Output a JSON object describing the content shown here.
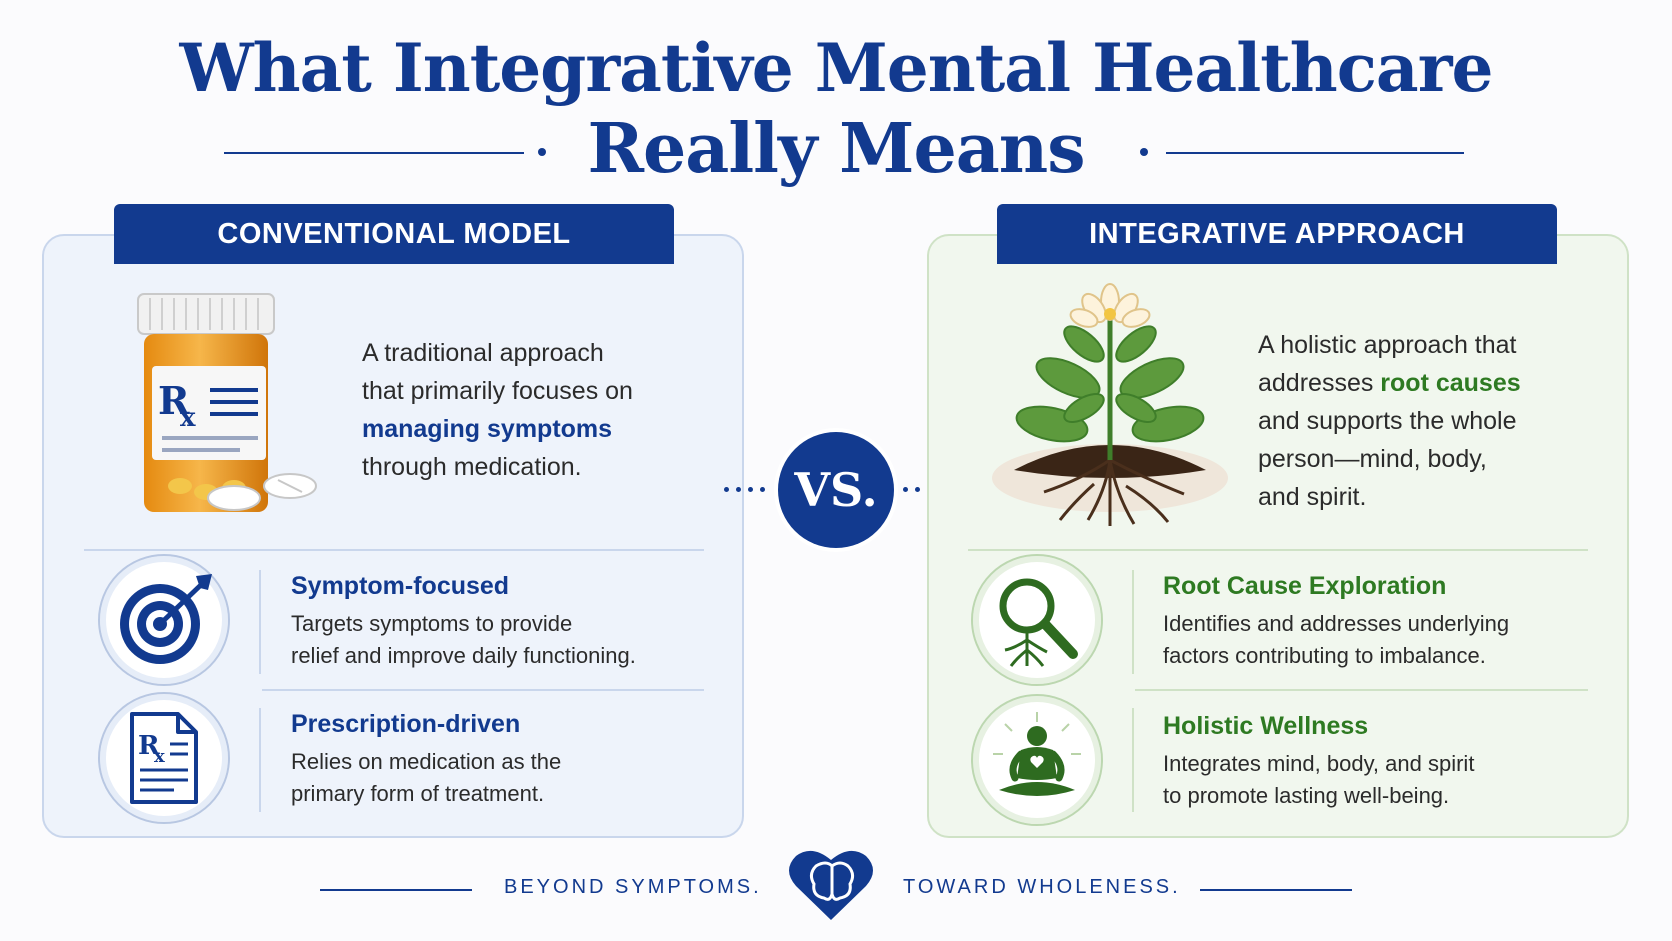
{
  "title": {
    "line1": "What Integrative Mental Healthcare",
    "line2": "Really Means"
  },
  "vs_label": "VS.",
  "conventional": {
    "header": "CONVENTIONAL MODEL",
    "intro_1": "A traditional approach",
    "intro_2": "that primarily focuses on",
    "intro_highlight": "managing symptoms",
    "intro_3": "through medication.",
    "features": [
      {
        "title": "Symptom-focused",
        "desc_1": "Targets symptoms to provide",
        "desc_2": "relief and improve daily functioning."
      },
      {
        "title": "Prescription-driven",
        "desc_1": "Relies on medication as the",
        "desc_2": "primary form of treatment."
      }
    ]
  },
  "integrative": {
    "header": "INTEGRATIVE APPROACH",
    "intro_1": "A holistic approach that",
    "intro_2a": "addresses ",
    "intro_highlight": "root causes",
    "intro_3": "and supports the whole",
    "intro_4": "person—mind, body,",
    "intro_5": "and spirit.",
    "features": [
      {
        "title": "Root Cause Exploration",
        "desc_1": "Identifies and addresses underlying",
        "desc_2": "factors contributing to imbalance."
      },
      {
        "title": "Holistic Wellness",
        "desc_1": "Integrates mind, body, and spirit",
        "desc_2": "to promote lasting well-being."
      }
    ]
  },
  "footer": {
    "left": "BEYOND SYMPTOMS.",
    "right": "TOWARD WHOLENESS."
  },
  "icons": {
    "pill_bottle": "pill-bottle-icon",
    "rx_label": "Rx",
    "plant": "plant-roots-icon",
    "target": "target-icon",
    "prescription": "prescription-document-icon",
    "magnifier": "magnifier-roots-icon",
    "meditation": "meditation-icon",
    "heart_brain": "heart-brain-icon"
  },
  "colors": {
    "primary_blue": "#123a8f",
    "accent_green": "#2e7a22",
    "conventional_bg": "#eef3fb",
    "integrative_bg": "#f1f7ee"
  }
}
